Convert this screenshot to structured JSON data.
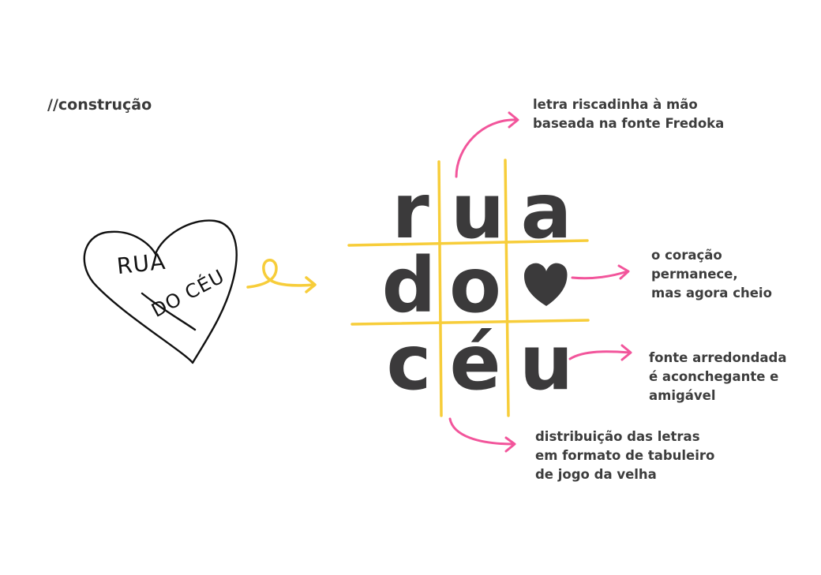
{
  "section_title": "//construção",
  "sketch": {
    "line1": "RUA",
    "line2": "DO CÉU"
  },
  "logo": {
    "rows": [
      [
        "r",
        "u",
        "a"
      ],
      [
        "d",
        "o",
        "heart-icon"
      ],
      [
        "c",
        "é",
        "u"
      ]
    ]
  },
  "notes": {
    "font": [
      "letra riscadinha à mão",
      "baseada na fonte Fredoka"
    ],
    "heart": [
      "o coração",
      "permanece,",
      "mas agora cheio"
    ],
    "rounded": [
      "fonte arredondada",
      "é aconchegante e",
      "amigável"
    ],
    "grid": [
      "distribuição das letras",
      "em formato de tabuleiro",
      "de jogo da velha"
    ]
  },
  "colors": {
    "grid_lines": "#f7cd3a",
    "annotation_arrows": "#f2559b",
    "letters": "#3b3a3b"
  }
}
